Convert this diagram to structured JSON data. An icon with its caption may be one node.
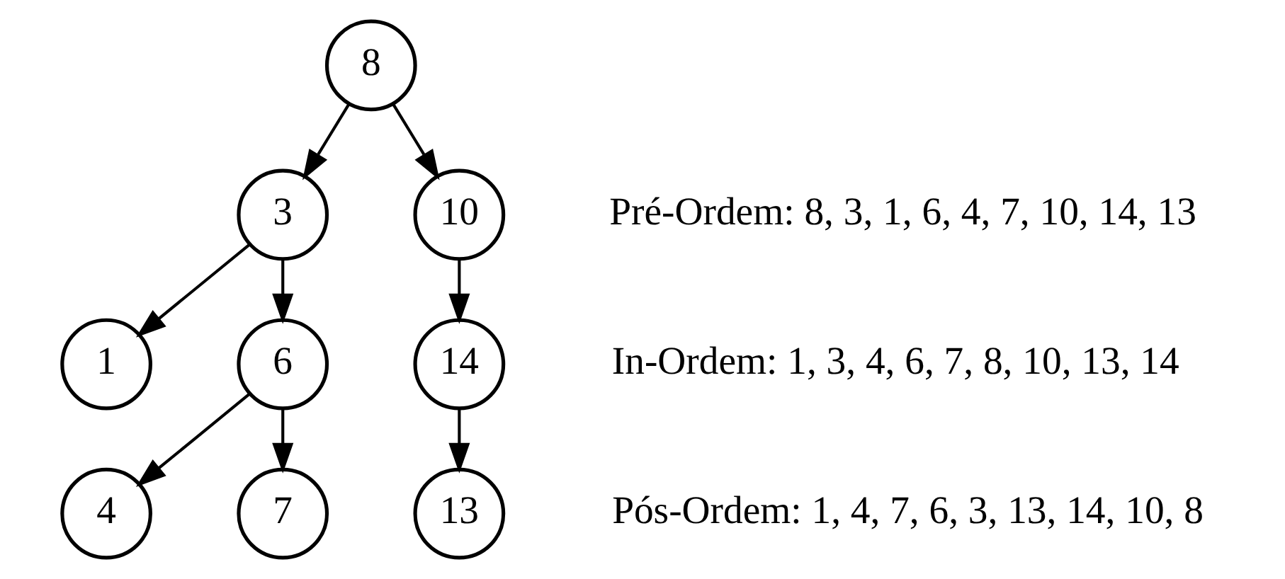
{
  "diagram": {
    "nodes": [
      {
        "text": [
          "8"
        ]
      },
      {
        "text": [
          "3"
        ]
      },
      {
        "text": [
          "10"
        ]
      },
      {
        "text": [
          "1"
        ]
      },
      {
        "text": [
          "6"
        ]
      },
      {
        "text": [
          "14"
        ]
      },
      {
        "text": [
          "4"
        ]
      },
      {
        "text": [
          "7"
        ]
      },
      {
        "text": [
          "13"
        ]
      }
    ],
    "edges": [
      {
        "from": 0,
        "to": 1,
        "arrow": "to"
      },
      {
        "from": 0,
        "to": 2,
        "arrow": "to"
      },
      {
        "from": 1,
        "to": 3,
        "arrow": "to"
      },
      {
        "from": 1,
        "to": 4,
        "arrow": "to"
      },
      {
        "from": 2,
        "to": 5,
        "arrow": "to"
      },
      {
        "from": 4,
        "to": 6,
        "arrow": "to"
      },
      {
        "from": 4,
        "to": 7,
        "arrow": "to"
      },
      {
        "from": 5,
        "to": 8,
        "arrow": "to"
      }
    ],
    "labels": [
      "Pré-Ordem: 8, 3, 1, 6, 4, 7, 10, 14, 13",
      "In-Ordem: 1, 3, 4, 6, 7, 8, 10, 13, 14",
      "Pós-Ordem: 1, 4, 7, 6, 3, 13, 14, 10, 8"
    ]
  }
}
